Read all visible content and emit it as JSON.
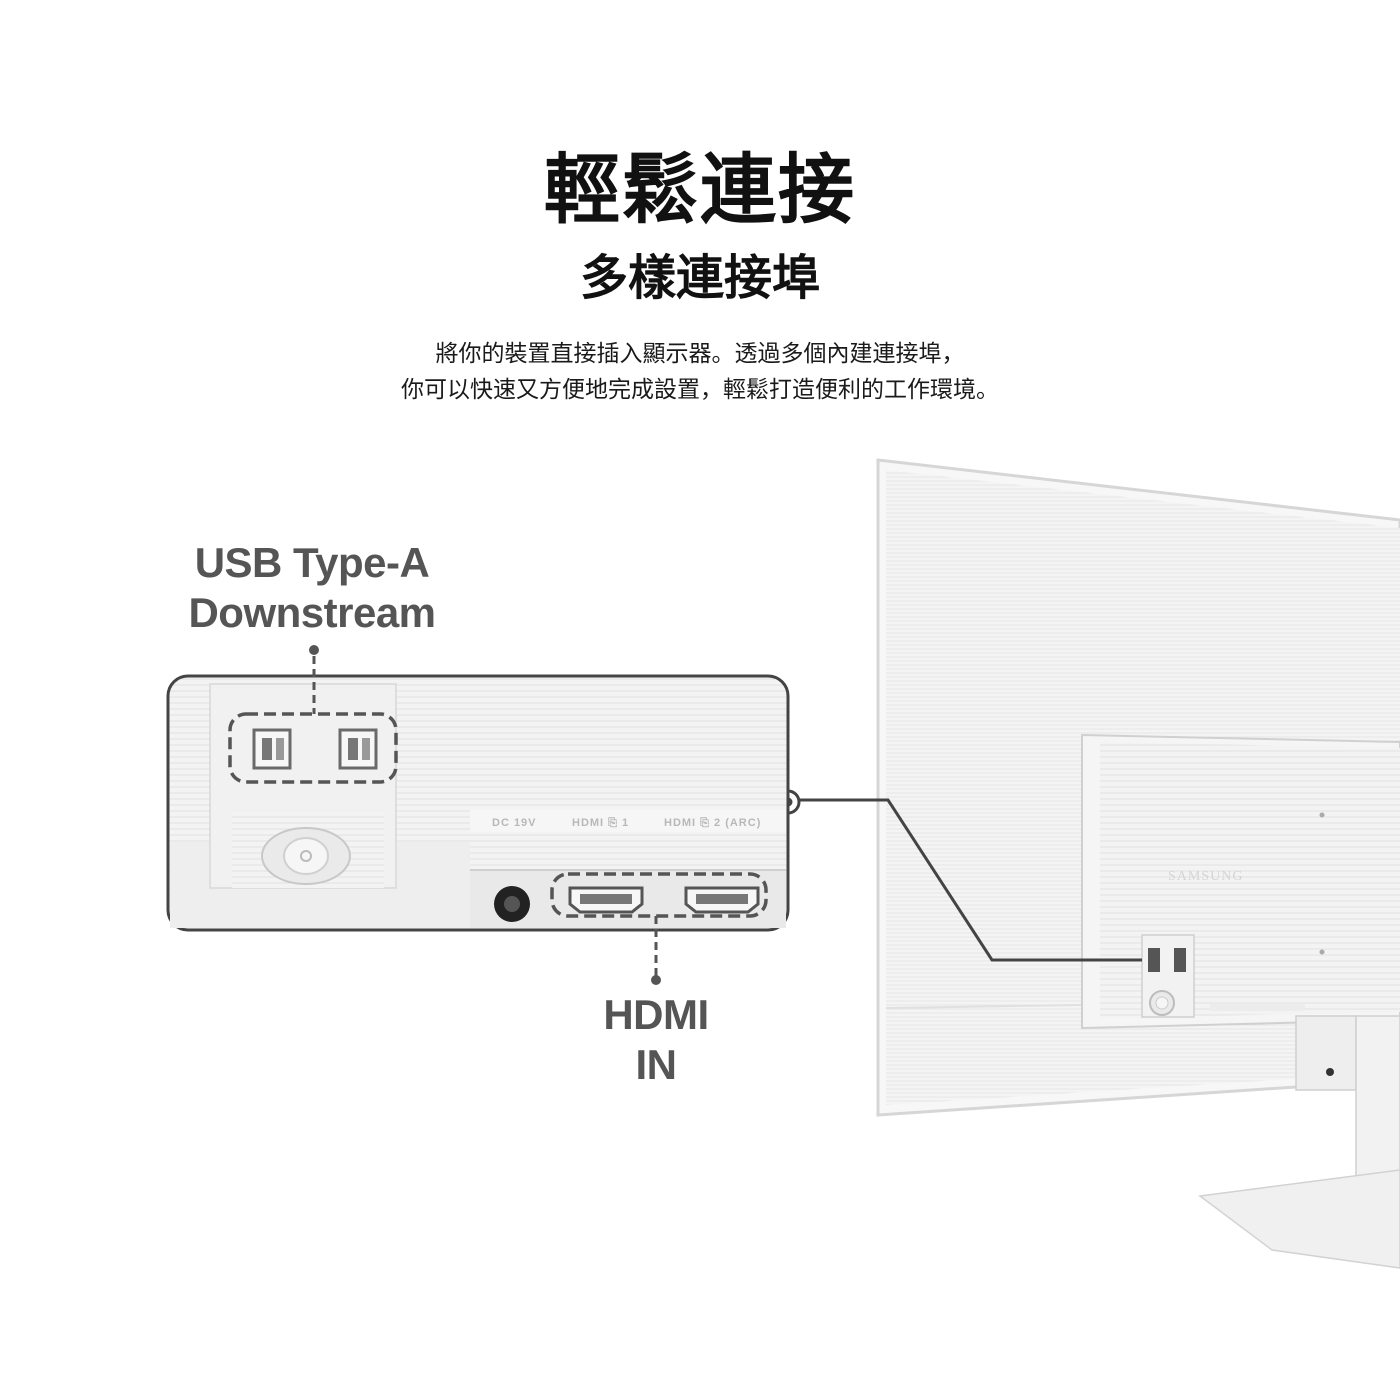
{
  "header": {
    "title": "輕鬆連接",
    "subtitle": "多樣連接埠",
    "description_lines": [
      "將你的裝置直接插入顯示器。透過多個內建連接埠，",
      "你可以快速又方便地完成設置，輕鬆打造便利的工作環境。"
    ]
  },
  "callouts": {
    "usb_lines": [
      "USB Type-A",
      "Downstream"
    ],
    "hdmi": "HDMI IN"
  },
  "ports": {
    "dc": "DC 19V",
    "hdmi1": "HDMI ⎘ 1",
    "hdmi2": "HDMI ⎘ 2 (ARC)"
  },
  "brand": "SAMSUNG",
  "colors": {
    "background": "#ffffff",
    "device": "#f1f1f1",
    "outline": "#444444",
    "callout_text": "#555555"
  }
}
